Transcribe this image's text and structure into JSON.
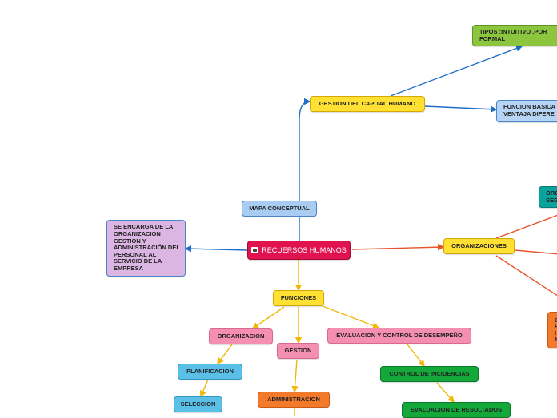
{
  "root": {
    "label": "RECUERSOS HUMANOS",
    "icon": "briefcase-icon"
  },
  "nodes": {
    "mapa_conceptual": "MAPA CONCEPTUAL",
    "gestion_capital": "GESTION DEL CAPITAL HUMANO",
    "tipos": "TIPOS :INTUITIVO ,POR\nFORMAL",
    "funcion_basica": "FUNCION BASICA\nVENTAJA DIFERE",
    "definicion": "SE ENCARGA DE LA ORGANIZACION GESTION Y ADMINISTRACIÓN DEL PERSONAL AL SERVICIO DE LA EMPRESA",
    "organizaciones": "ORGANIZACIONES",
    "org_teal": "ORG\nSEG",
    "org_orange": "C\nH\nI\nM",
    "funciones": "FUNCIONES",
    "organizacion": "ORGANIZACION",
    "gestion": "GESTION",
    "evaluacion_control": "EVALUACION Y CONTROL DE DESEMPEÑO",
    "planificacion": "PLANIFICACION",
    "seleccion": "SELECCION",
    "administracion": "ADMINISTRACION",
    "control_incidencias": "CONTROL DE INCIDENCIAS",
    "evaluacion_resultados": "EVALUACION DE RESULTADOS"
  },
  "colors": {
    "blue_line": "#1f6fc8",
    "red_line": "#e8542a",
    "yellow_line": "#f2b705"
  }
}
